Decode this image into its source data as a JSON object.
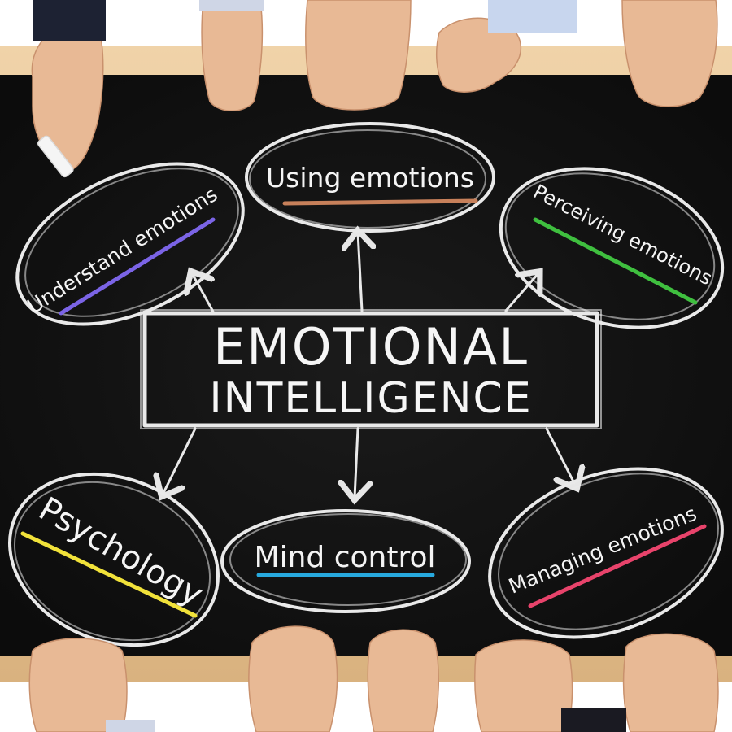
{
  "diagram": {
    "center": {
      "line1": "EMOTIONAL",
      "line2": "INTELLIGENCE"
    },
    "nodes": [
      {
        "id": "understand",
        "label": "Understand emotions",
        "underline_color": "#7b64e6"
      },
      {
        "id": "using",
        "label": "Using emotions",
        "underline_color": "#c7805a"
      },
      {
        "id": "perceiving",
        "label": "Perceiving emotions",
        "underline_color": "#3fbf3f"
      },
      {
        "id": "psychology",
        "label": "Psychology",
        "underline_color": "#f1e23a"
      },
      {
        "id": "mind",
        "label": "Mind control",
        "underline_color": "#27a9de"
      },
      {
        "id": "managing",
        "label": "Managing emotions",
        "underline_color": "#e8436b"
      }
    ],
    "colors": {
      "board": "#151515",
      "frame": "#e8c79a",
      "chalk": "#f0f0f0"
    }
  }
}
